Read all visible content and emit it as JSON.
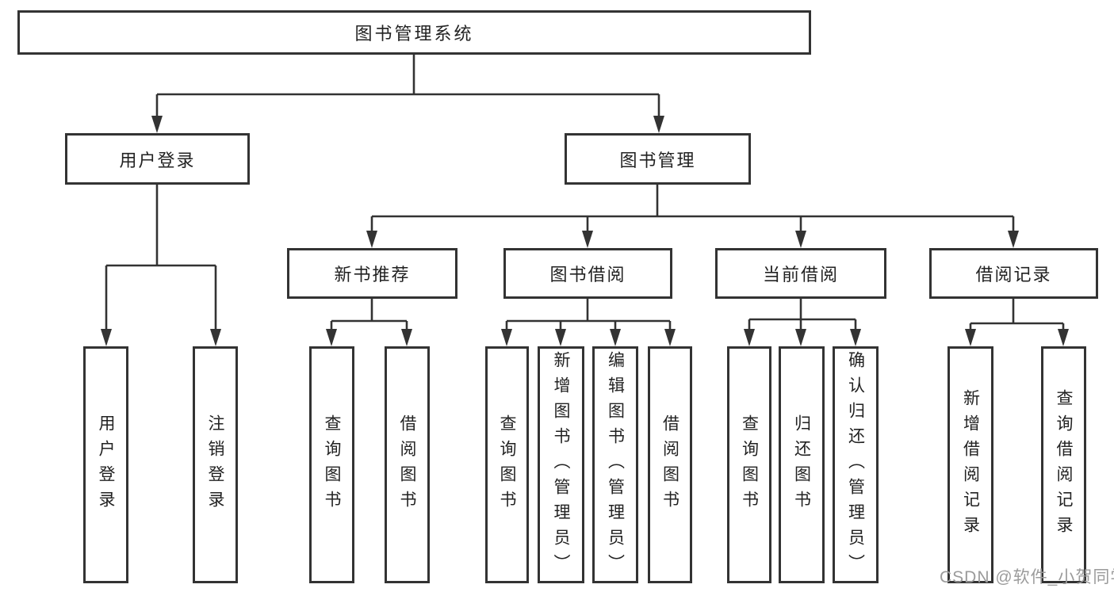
{
  "tree": {
    "root": "图书管理系统",
    "children": [
      {
        "label": "用户登录",
        "children": [
          "用户登录",
          "注销登录"
        ]
      },
      {
        "label": "图书管理",
        "children": [
          {
            "label": "新书推荐",
            "children": [
              "查询图书",
              "借阅图书"
            ]
          },
          {
            "label": "图书借阅",
            "children": [
              "查询图书",
              "新增图书（管理员）",
              "编辑图书（管理员）",
              "借阅图书"
            ]
          },
          {
            "label": "当前借阅",
            "children": [
              "查询图书",
              "归还图书",
              "确认归还（管理员）"
            ]
          },
          {
            "label": "借阅记录",
            "children": [
              "新增借阅记录",
              "查询借阅记录"
            ]
          }
        ]
      }
    ]
  },
  "watermark": "CSDN @软件_小贺同学",
  "colors": {
    "line": "#333333",
    "box_background": "#ffffff",
    "text": "#222222",
    "watermark": "#9b9b9b"
  }
}
